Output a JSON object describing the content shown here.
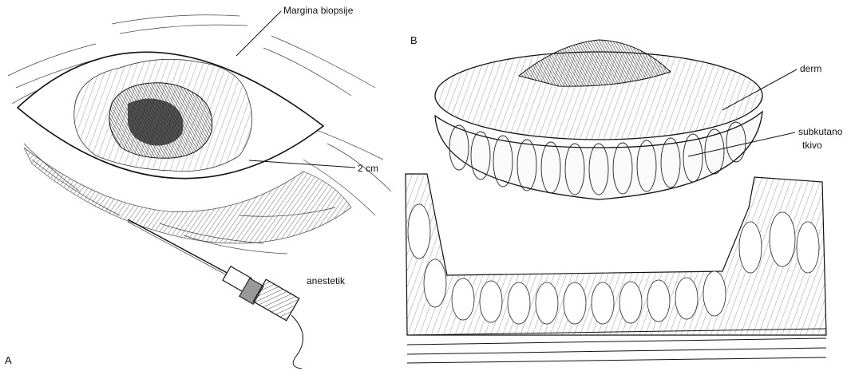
{
  "panels": {
    "a": {
      "letter": "A",
      "labels": {
        "margin": "Margina biopsije",
        "size": "2 cm",
        "anesthetic": "anestetik"
      }
    },
    "b": {
      "letter": "B",
      "labels": {
        "dermis": "derm",
        "subcutaneous_line1": "subkutano",
        "subcutaneous_line2": "tkivo"
      }
    }
  },
  "colors": {
    "ink": "#1a1a1a",
    "lesion": "#2a2a2a",
    "background": "#ffffff"
  }
}
